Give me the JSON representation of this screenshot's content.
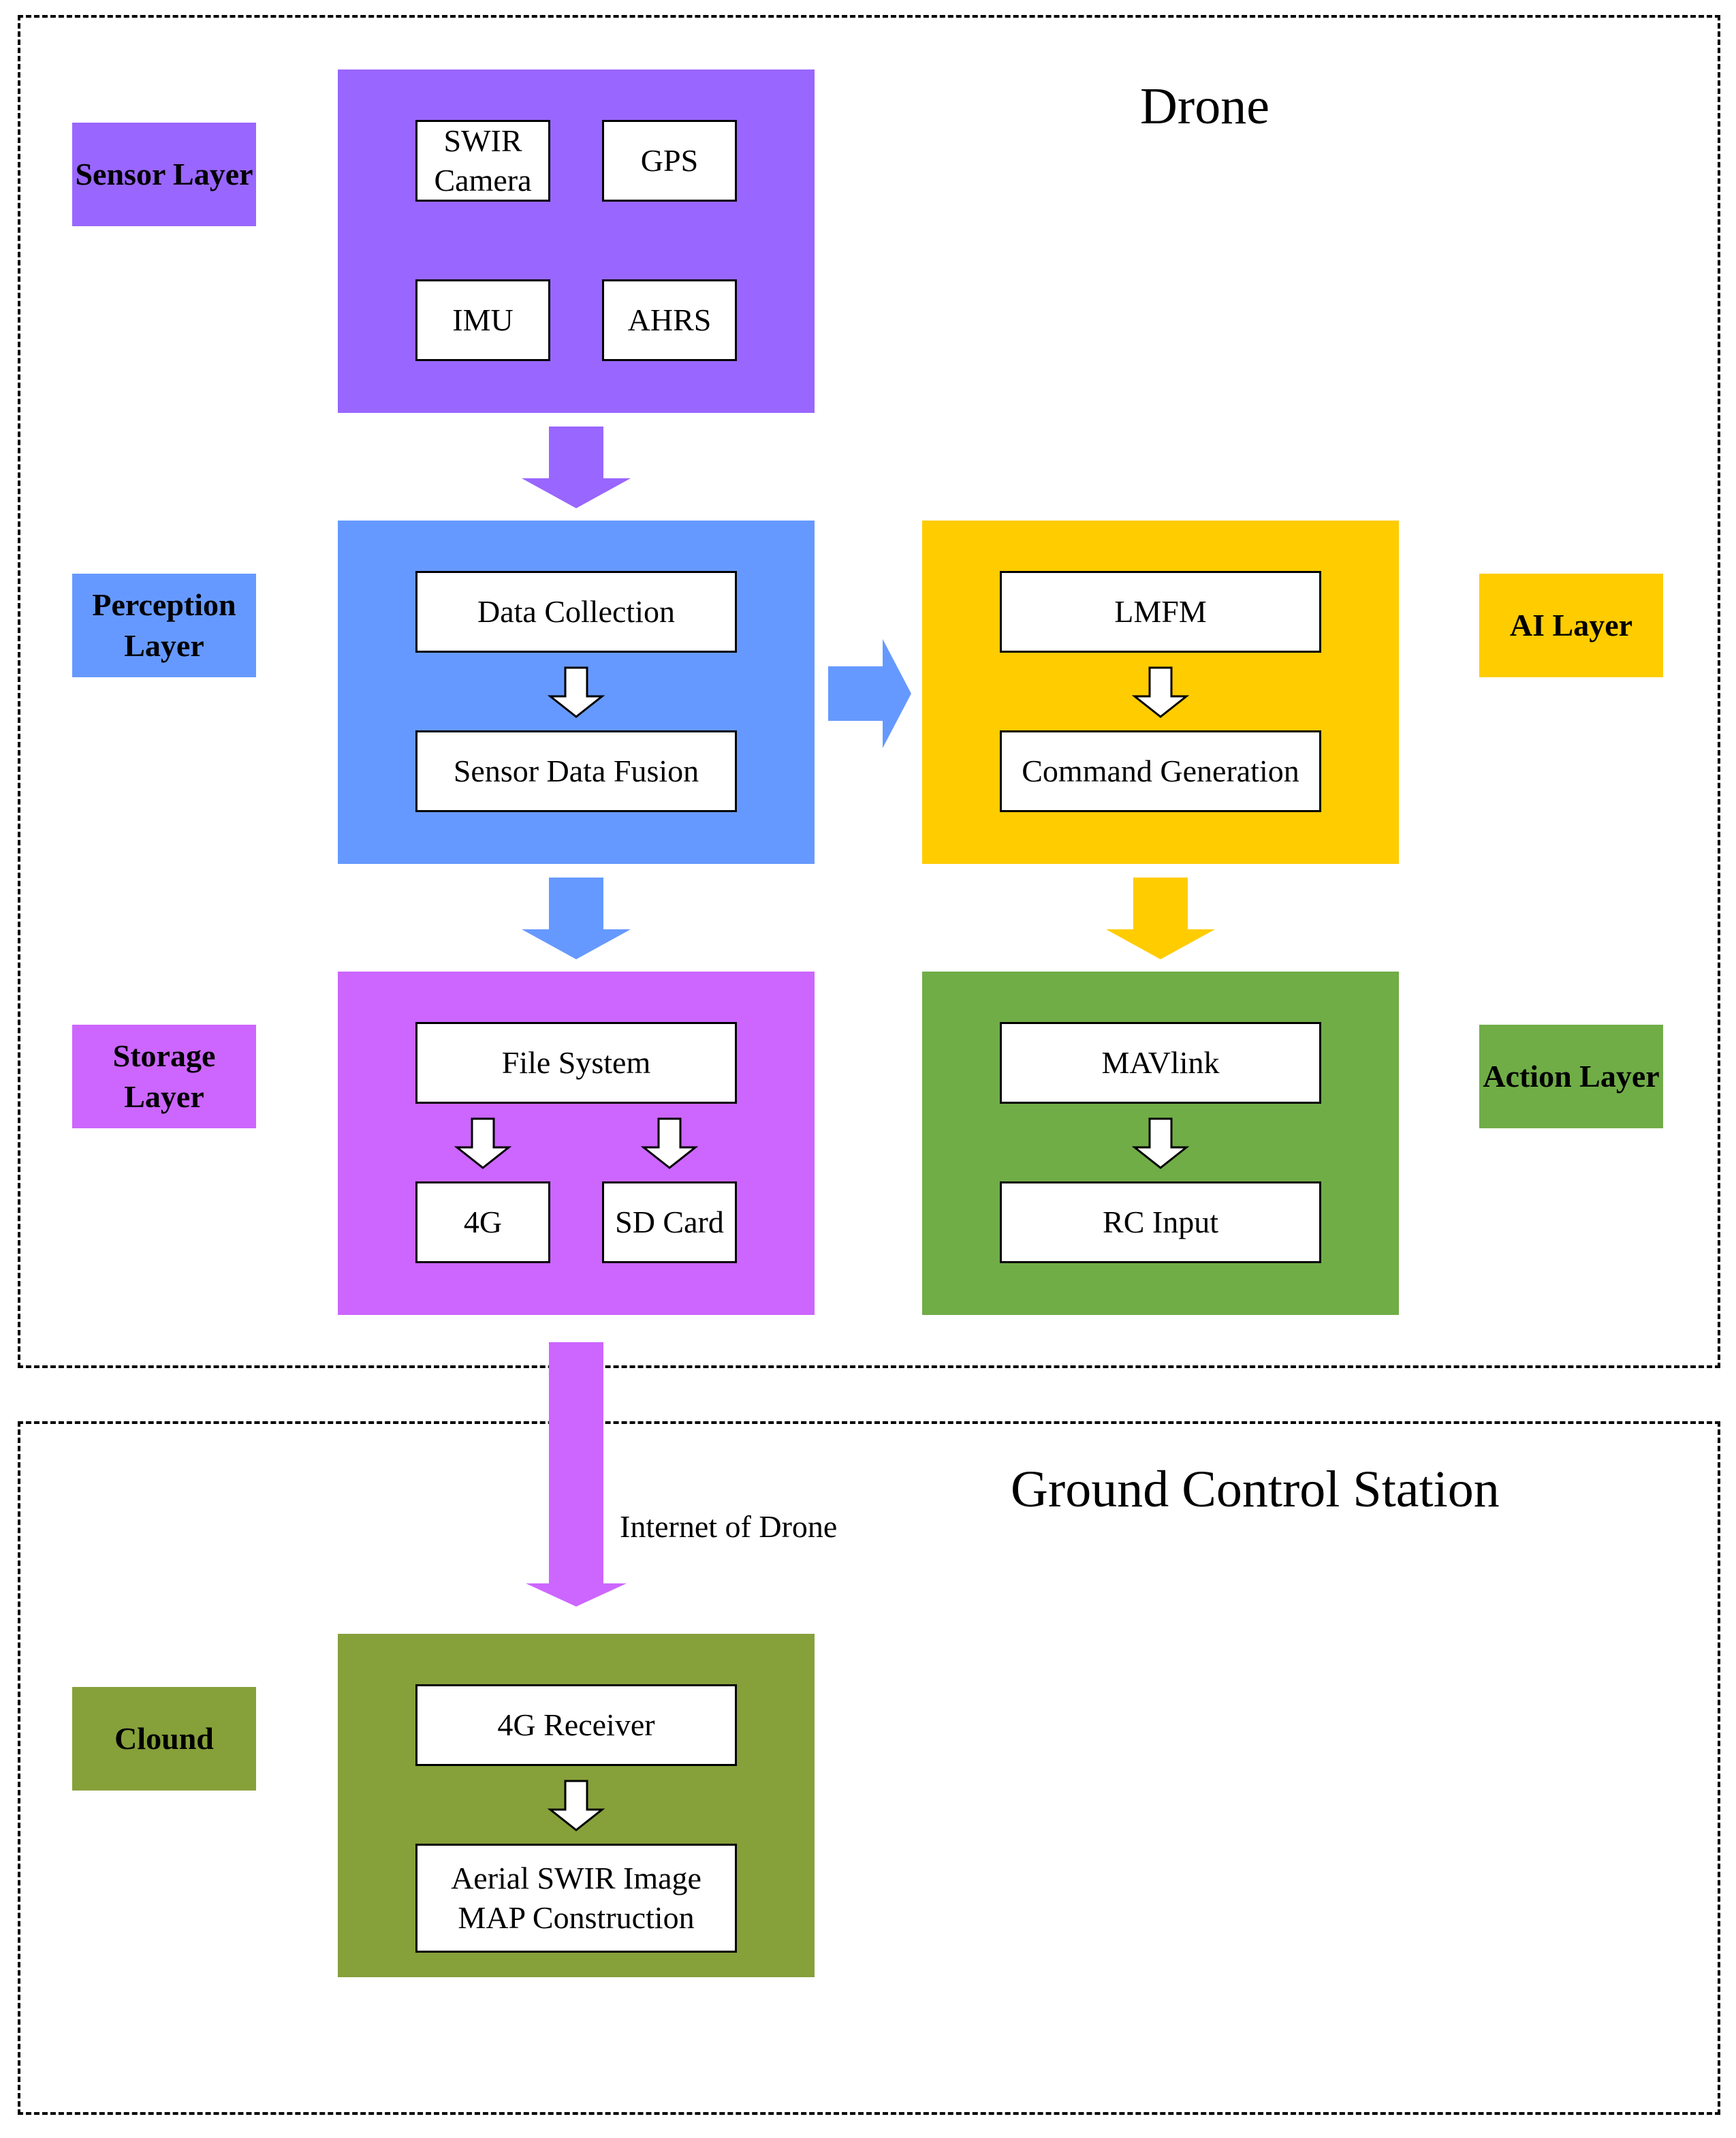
{
  "colors": {
    "sensor": "#9966ff",
    "perception": "#6699ff",
    "ai": "#ffcc00",
    "storage": "#cc66ff",
    "action": "#70ad47",
    "cloud": "#86a03a"
  },
  "drone": {
    "title": "Drone",
    "sensor_layer": {
      "tag": "Sensor Layer",
      "items": [
        "SWIR Camera",
        "GPS",
        "IMU",
        "AHRS"
      ]
    },
    "perception_layer": {
      "tag": "Perception Layer",
      "items": [
        "Data Collection",
        "Sensor Data Fusion"
      ]
    },
    "ai_layer": {
      "tag": "AI Layer",
      "items": [
        "LMFM",
        "Command Generation"
      ]
    },
    "storage_layer": {
      "tag": "Storage Layer",
      "items": [
        "File System",
        "4G",
        "SD Card"
      ]
    },
    "action_layer": {
      "tag": "Action Layer",
      "items": [
        "MAVlink",
        "RC Input"
      ]
    }
  },
  "ground_station": {
    "title": "Ground Control Station",
    "link_label": "Internet of Drone",
    "cloud_layer": {
      "tag": "Clound",
      "items": [
        "4G Receiver",
        "Aerial SWIR Image MAP Construction"
      ]
    }
  }
}
